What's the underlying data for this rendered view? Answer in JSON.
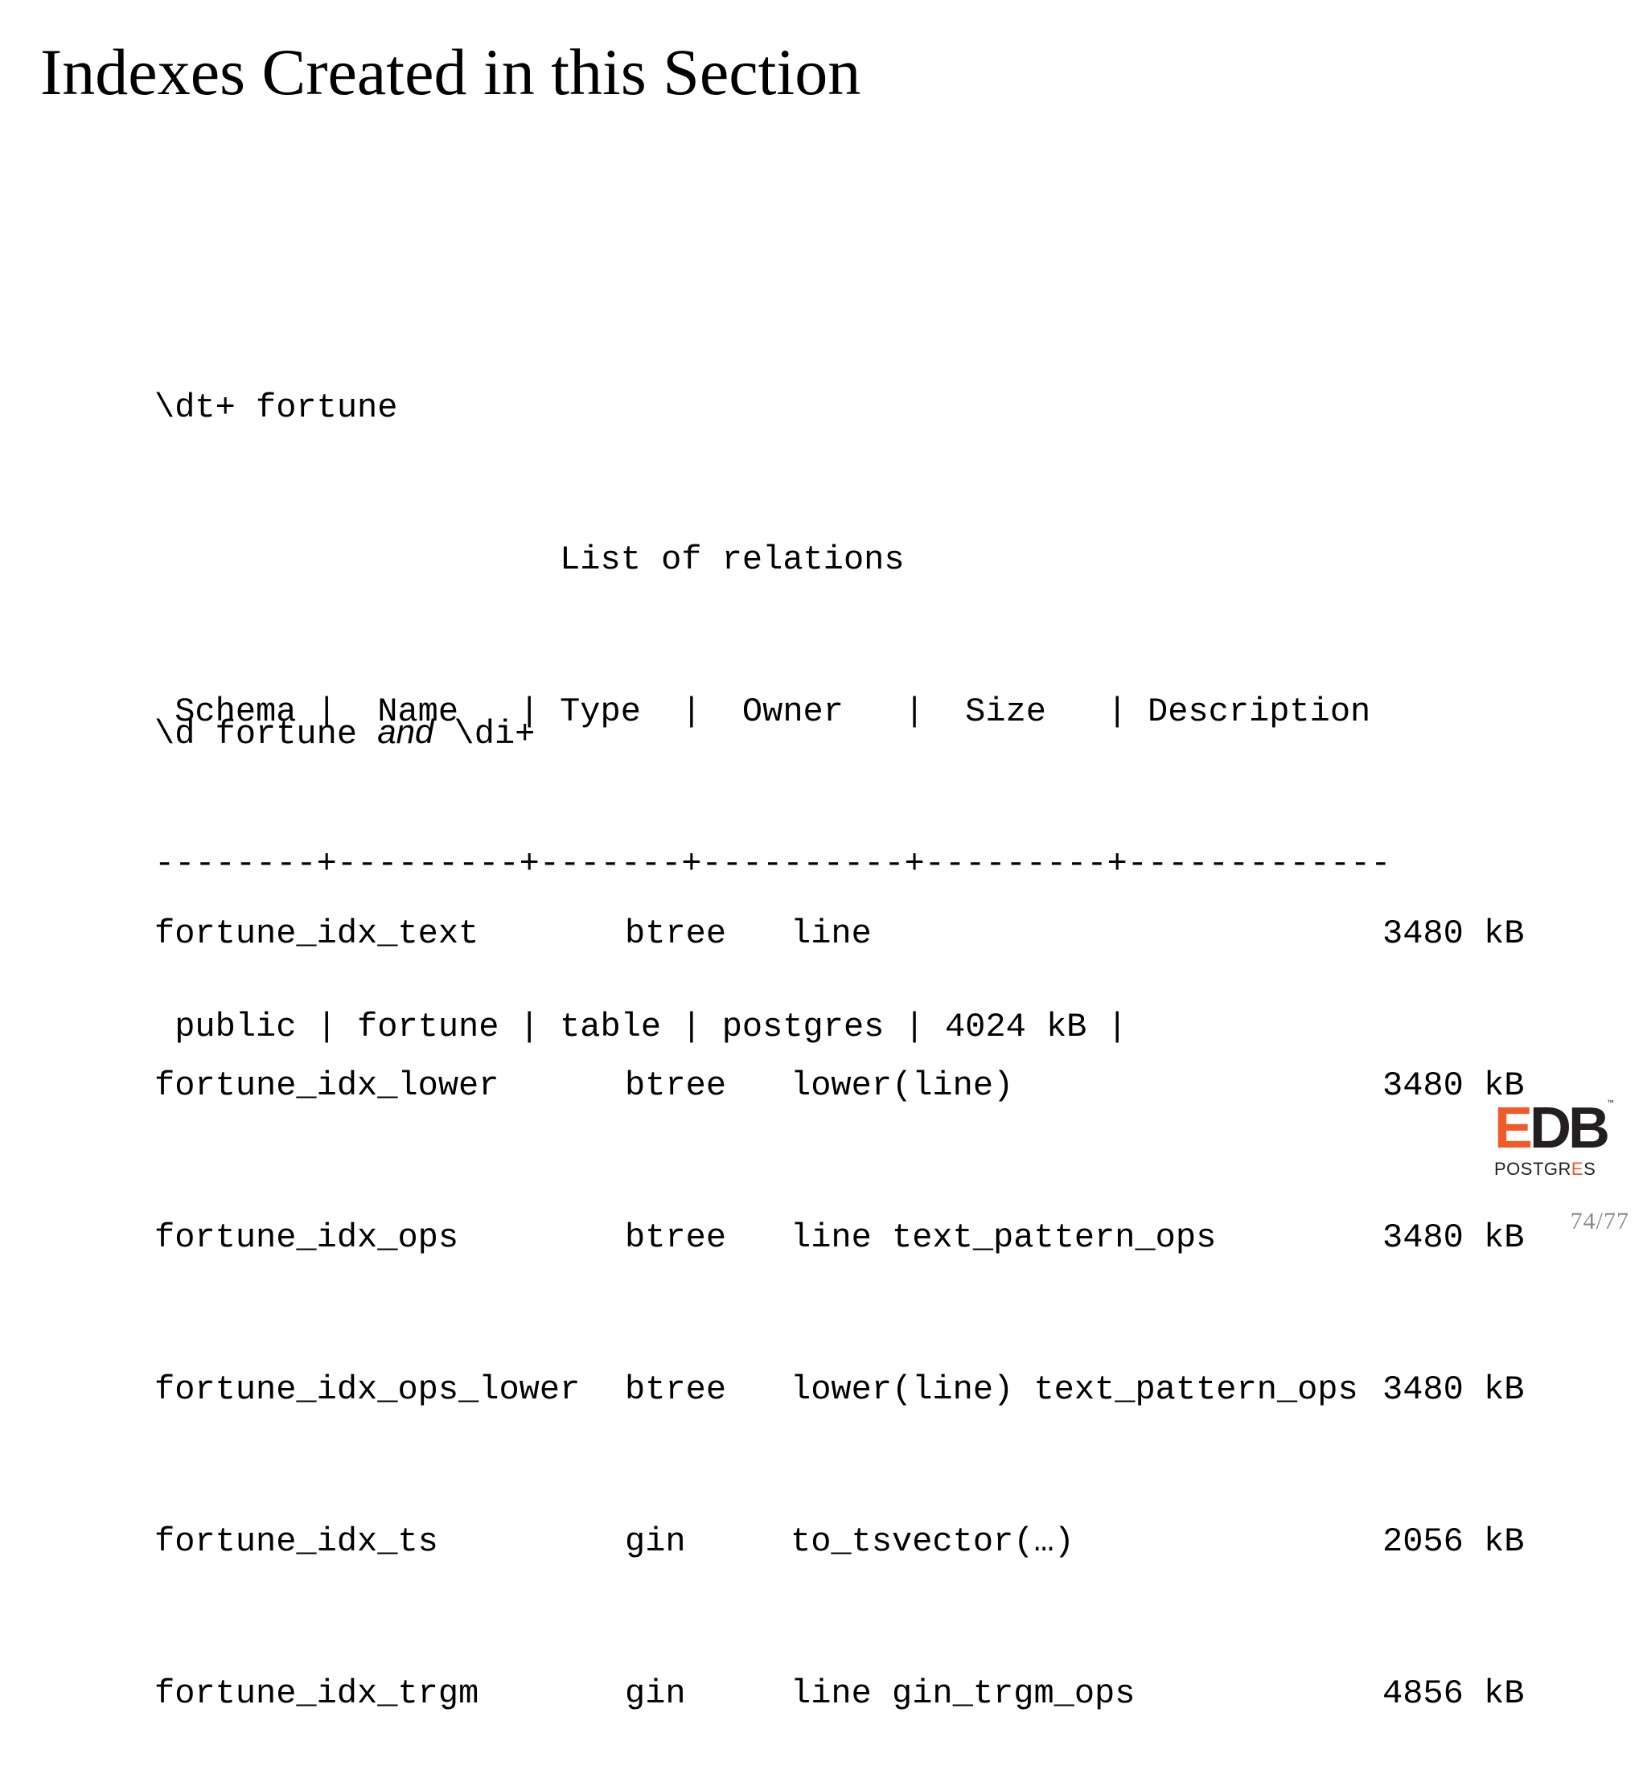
{
  "slide": {
    "title": "Indexes Created in this Section",
    "page_number": "74/77"
  },
  "block1": {
    "command": "\\dt+ fortune",
    "caption": "                    List of relations",
    "header": " Schema |  Name   | Type  |  Owner   |  Size   | Description",
    "separator": "--------+---------+-------+----------+---------+-------------",
    "row": " public | fortune | table | postgres | 4024 kB |"
  },
  "block2": {
    "command_a": "\\d fortune ",
    "command_and": "and",
    "command_b": " \\di+",
    "indexes": [
      {
        "name": "fortune_idx_text",
        "type": "btree",
        "expr": "line",
        "size": "3480 kB"
      },
      {
        "name": "fortune_idx_lower",
        "type": "btree",
        "expr": "lower(line)",
        "size": "3480 kB"
      },
      {
        "name": "fortune_idx_ops",
        "type": "btree",
        "expr": "line text_pattern_ops",
        "size": "3480 kB"
      },
      {
        "name": "fortune_idx_ops_lower",
        "type": "btree",
        "expr": "lower(line) text_pattern_ops",
        "size": "3480 kB"
      },
      {
        "name": "fortune_idx_ts",
        "type": "gin",
        "expr": "to_tsvector(…)",
        "size": "2056 kB"
      },
      {
        "name": "fortune_idx_trgm",
        "type": "gin",
        "expr": "line gin_trgm_ops",
        "size": "4856 kB"
      }
    ]
  },
  "logo": {
    "mark_e": "E",
    "mark_db": "DB",
    "trademark": "™",
    "sub_a": "POSTGR",
    "sub_accent": "E",
    "sub_b": "S",
    "colors": {
      "accent": "#f15a29",
      "dark": "#231f20"
    }
  }
}
